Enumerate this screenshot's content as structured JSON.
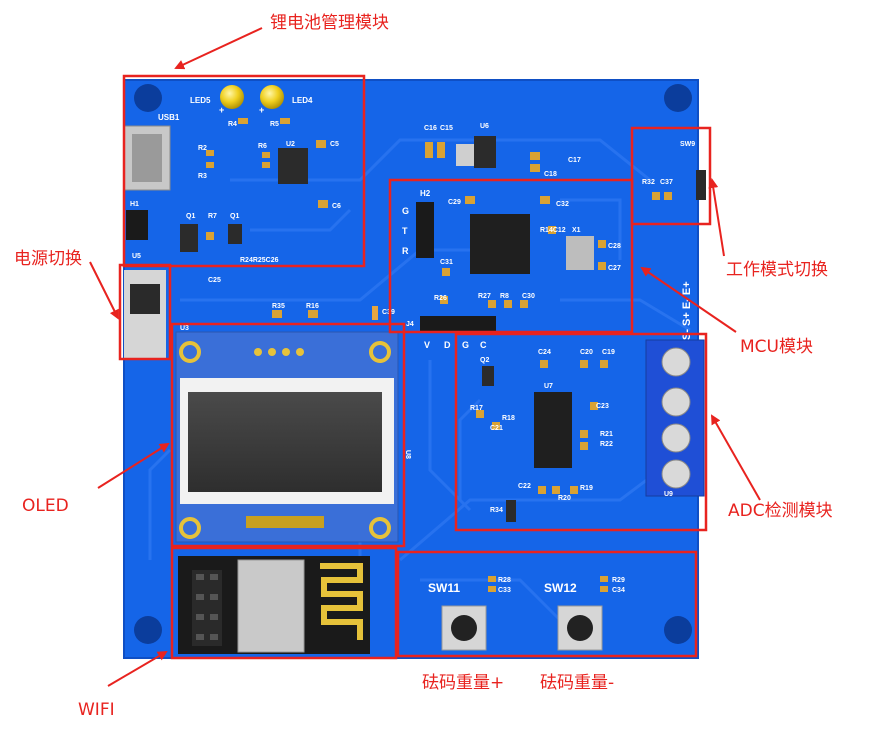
{
  "annotations": {
    "battery": "锂电池管理模块",
    "power": "电源切换",
    "mode": "工作模式切换",
    "mcu": "MCU模块",
    "adc": "ADC检测模块",
    "oled": "OLED",
    "wifi": "WIFI",
    "weight_plus": "砝码重量+",
    "weight_minus": "砝码重量-"
  },
  "silkscreen": {
    "led5": "LED5",
    "led4": "LED4",
    "usb": "USB1",
    "r4": "R4",
    "r5": "R5",
    "r2": "R2",
    "r3": "R3",
    "r6": "R6",
    "u2": "U2",
    "c5": "C5",
    "c6": "C6",
    "h1": "H1",
    "u5": "U5",
    "q1a": "Q1",
    "r7": "R7",
    "q1b": "Q1",
    "r24": "R24R25C26",
    "c25": "C25",
    "c26": "C26",
    "c16": "C16",
    "c15": "C15",
    "u6": "U6",
    "c17": "C17",
    "c18": "C18",
    "h2": "H2",
    "gtr": [
      "G",
      "T",
      "R"
    ],
    "c29": "C29",
    "c32": "C32",
    "r14": "R14C12",
    "x1": "X1",
    "c28": "C28",
    "c27": "C27",
    "c31": "C31",
    "r26": "R26",
    "r27": "R27",
    "r8": "R8",
    "c30": "C30",
    "swd": [
      "V",
      "D",
      "G",
      "C"
    ],
    "r35": "R35",
    "r16": "R16",
    "c39": "C39",
    "j4": "J4",
    "sw9": "SW9",
    "r32": "R32",
    "c37": "C37",
    "term": "S- S+ E- E+",
    "u3": "U3",
    "q2": "Q2",
    "c24": "C24",
    "c20": "C20",
    "c19": "C19",
    "u7": "U7",
    "c23": "C23",
    "r17": "R17",
    "r18": "R18",
    "c21": "C21",
    "r21": "R21",
    "r22": "R22",
    "c22": "C22",
    "r20": "R20",
    "r19": "R19",
    "r34": "R34",
    "u8": "U8",
    "u9": "U9",
    "sw11": "SW11",
    "sw12": "SW12",
    "r28": "R28",
    "c33": "C33",
    "r29": "R29",
    "c34": "C34"
  },
  "colors": {
    "pcb": "#1565e8",
    "pcb_dark": "#0f4fc4",
    "annotation": "#e8231f",
    "oled_frame": "#3a6fd8",
    "screen": "#3a3a3a",
    "terminal": "#1f4fd6",
    "gold": "#e6c23a"
  }
}
